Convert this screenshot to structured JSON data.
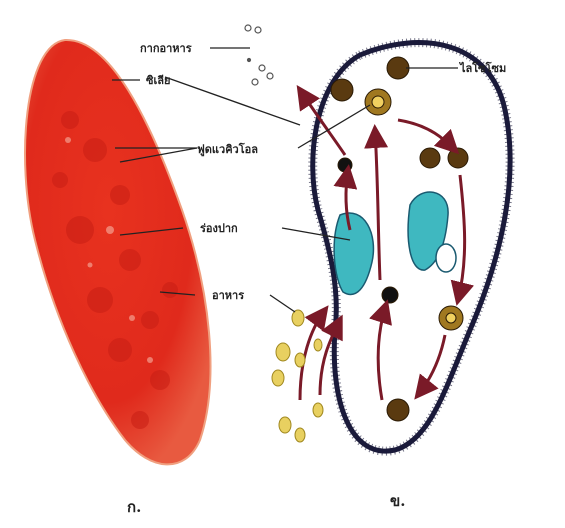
{
  "labels": {
    "waste": "กากอาหาร",
    "cilia": "ซิเลีย",
    "food_vacuole": "ฟูดแวคิวโอล",
    "oral_groove": "ร่องปาก",
    "food": "อาหาร",
    "lysosome": "ไลโซโซม"
  },
  "captions": {
    "a": "ก.",
    "b": "ข."
  },
  "colors": {
    "specimen": "#e02a1c",
    "outline": "#1a1a3a",
    "arrow": "#7a1a28",
    "vacuole": "#3fb8c0",
    "food": "#e8d060",
    "lysosome": "#5a3a10"
  }
}
